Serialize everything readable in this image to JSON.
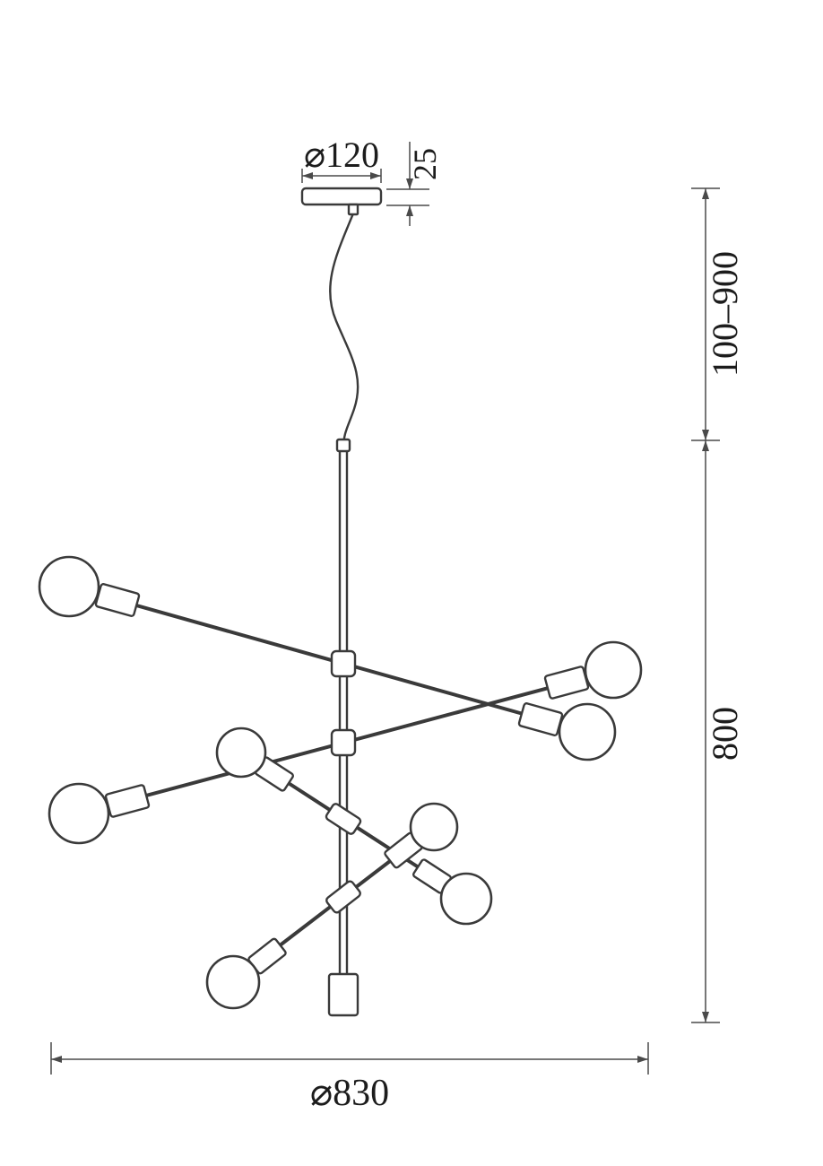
{
  "dimensions": {
    "canopy_diameter": "⌀120",
    "canopy_height": "25",
    "suspension_length_range": "100–900",
    "body_height": "800",
    "overall_diameter": "⌀830"
  },
  "fixture": {
    "bulb_count": 8,
    "arm_count": 4
  },
  "colors": {
    "line": "#3a3a3a",
    "dimension_line": "#4a4a4a",
    "text": "#1c1c1c",
    "background": "#ffffff"
  }
}
